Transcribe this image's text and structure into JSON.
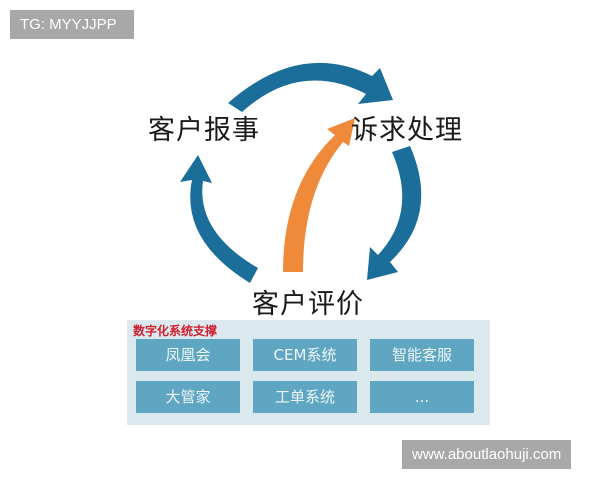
{
  "watermarks": {
    "top_left": "TG: MYYJJPP",
    "bottom_right": "www.aboutlaohuji.com"
  },
  "colors": {
    "cycle_arrow": "#1a6e99",
    "inner_arrow": "#ee8a3a",
    "panel_bg": "#dbe9ef",
    "tile_bg": "#5fa6c2",
    "panel_title": "#d02030"
  },
  "diagram": {
    "nodes": {
      "report": "客户报事",
      "handle": "诉求处理",
      "evaluate": "客户评价"
    }
  },
  "panel": {
    "title": "数字化系统支撑",
    "tiles": [
      "凤凰会",
      "CEM系统",
      "智能客服",
      "大管家",
      "工单系统",
      "..."
    ]
  }
}
